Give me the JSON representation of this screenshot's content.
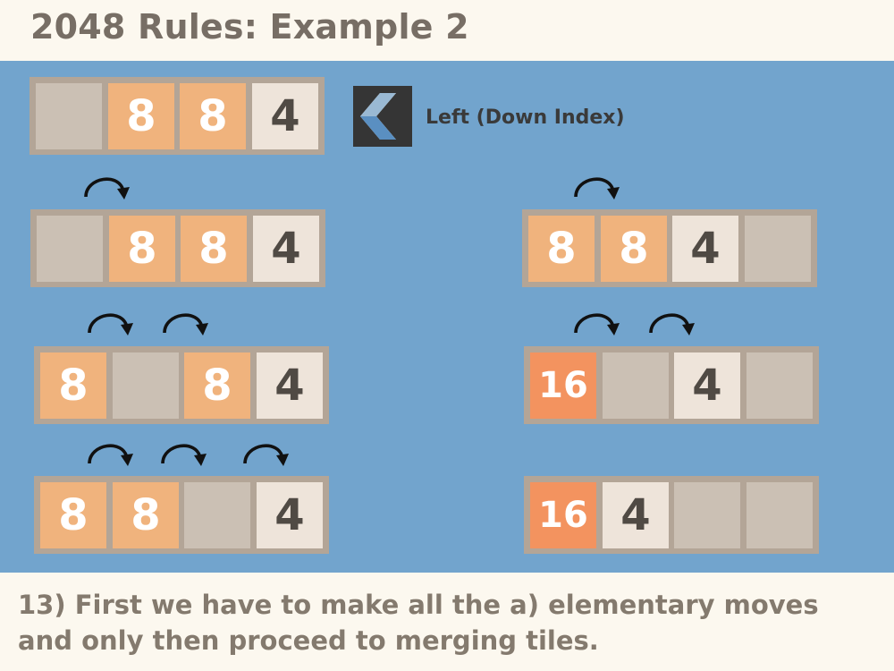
{
  "title": "2048 Rules: Example 2",
  "direction": {
    "icon": "chevron-left-icon",
    "label": "Left (Down Index)"
  },
  "caption": {
    "line1": "13) First we have to make all the a) elementary moves",
    "line2": "and only then proceed to merging tiles."
  },
  "boards": {
    "left": [
      [
        "",
        "8",
        "8",
        "4"
      ],
      [
        "",
        "8",
        "8",
        "4"
      ],
      [
        "8",
        "",
        "8",
        "4"
      ],
      [
        "8",
        "8",
        "",
        "4"
      ]
    ],
    "right": [
      [
        "8",
        "8",
        "4",
        ""
      ],
      [
        "16",
        "",
        "4",
        ""
      ],
      [
        "16",
        "4",
        "",
        ""
      ]
    ]
  },
  "colors": {
    "background": "#72a4cd",
    "board": "#b3a597",
    "empty_tile": "#cbc0b4",
    "tile_8": "#f0b37d",
    "tile_4": "#eee4da",
    "tile_16": "#f3935f",
    "title_text": "#776e65",
    "caption_text": "#847a6e"
  }
}
